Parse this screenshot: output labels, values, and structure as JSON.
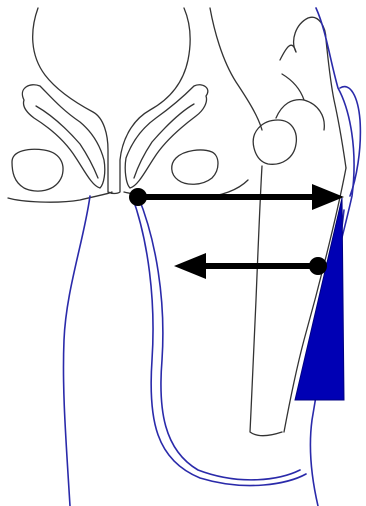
{
  "colors": {
    "background": "#ffffff",
    "bone_outline": "#333333",
    "soft_tissue": "#2a2aaa",
    "wedge_fill": "#0000b4",
    "arrow": "#000000"
  },
  "diagram": {
    "subject": "pelvis-and-femur-anterior-view",
    "arrows": [
      {
        "name": "upper-arrow",
        "direction": "right",
        "start_marker": "dot",
        "end_marker": "arrowhead"
      },
      {
        "name": "lower-arrow",
        "direction": "left",
        "start_marker": "dot",
        "end_marker": "arrowhead"
      }
    ],
    "wedge": {
      "shape": "triangle",
      "filled": true
    }
  }
}
